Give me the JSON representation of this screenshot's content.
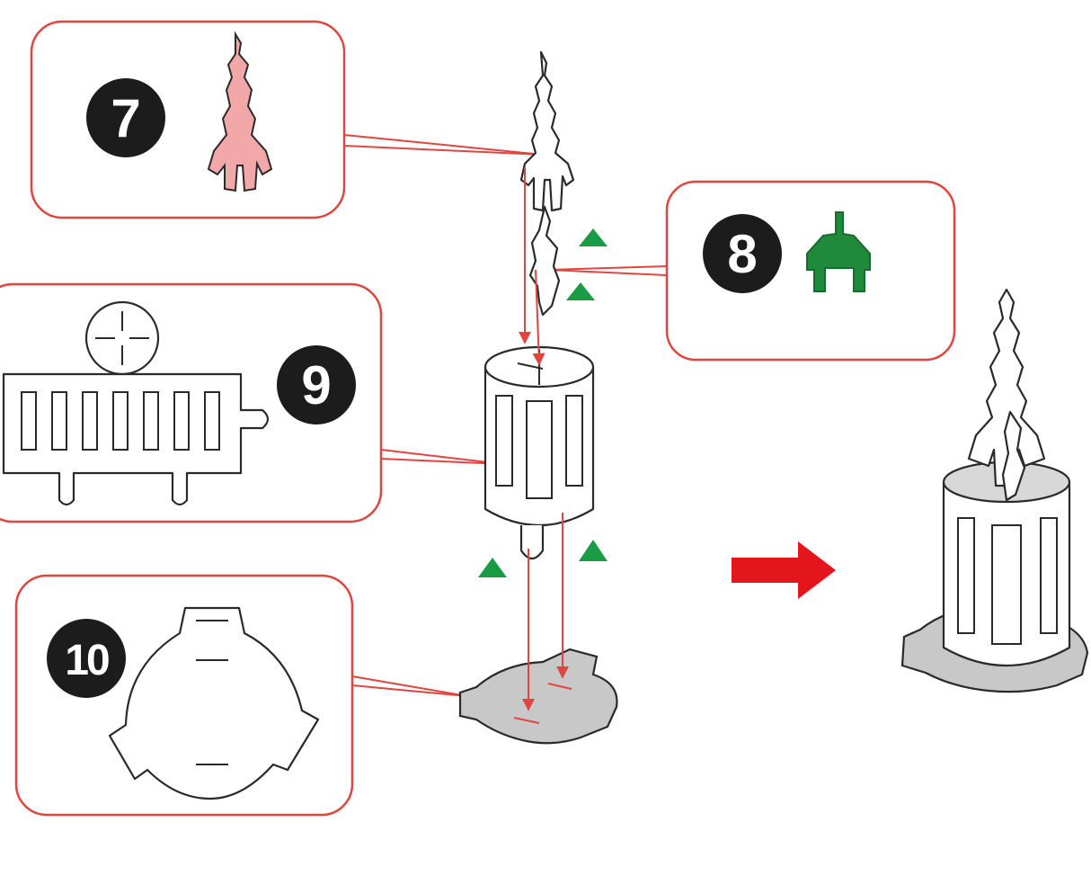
{
  "steps": [
    {
      "number": "7",
      "color": "#f2a8a8",
      "part": "spire-piece"
    },
    {
      "number": "8",
      "color": "#1f8a3c",
      "part": "connector-piece"
    },
    {
      "number": "9",
      "color": "#ffffff",
      "part": "cylinder-sheet"
    },
    {
      "number": "10",
      "color": "#c8c8c8",
      "part": "base-piece"
    }
  ],
  "colors": {
    "callout_border": "#e0453f",
    "guide_line": "#e0453f",
    "alignment_marker": "#1a9b45",
    "result_arrow": "#e3161b",
    "base_fill": "#c8c8c8"
  },
  "icons": {
    "alignment_marker": "green-triangle-icon",
    "result_arrow": "right-arrow-icon"
  }
}
